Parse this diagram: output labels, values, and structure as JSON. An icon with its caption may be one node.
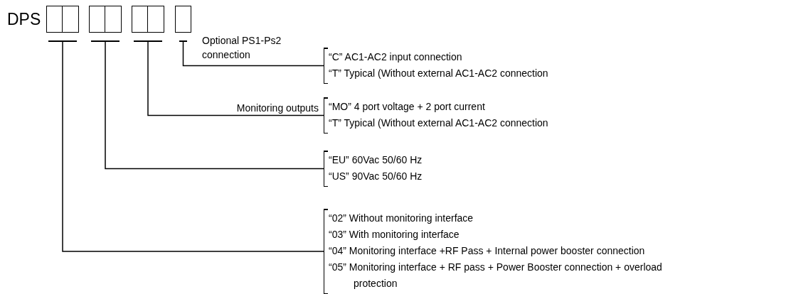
{
  "diagram": {
    "nodes": [
      {
        "text": [],
        "shape": "box"
      },
      {
        "text": [],
        "shape": "box"
      },
      {
        "text": [],
        "shape": "box"
      },
      {
        "text": [],
        "shape": "box"
      },
      {
        "text": [
          "“C” AC1-AC2 input connection",
          "“T” Typical (Without external AC1-AC2 connection"
        ]
      },
      {
        "text": [
          "“MO” 4 port voltage + 2 port current",
          "“T” Typical (Without external AC1-AC2 connection"
        ]
      },
      {
        "text": [
          "“EU” 60Vac 50/60 Hz",
          "“US” 90Vac 50/60 Hz"
        ]
      },
      {
        "text": [
          "“02” Without monitoring interface",
          "“03” With monitoring interface",
          "“04” Monitoring interface +RF Pass + Internal power booster connection",
          "“05” Monitoring interface + RF pass + Power Booster connection + overload protection"
        ]
      }
    ],
    "edges": [
      {
        "from": 3,
        "to": 4,
        "arrow": "none",
        "label": "Optional PS1-Ps2 connection"
      },
      {
        "from": 2,
        "to": 5,
        "arrow": "none",
        "label": "Monitoring outputs"
      },
      {
        "from": 1,
        "to": 6,
        "arrow": "none"
      },
      {
        "from": 0,
        "to": 7,
        "arrow": "none"
      }
    ],
    "labels": [
      "DPS"
    ]
  }
}
